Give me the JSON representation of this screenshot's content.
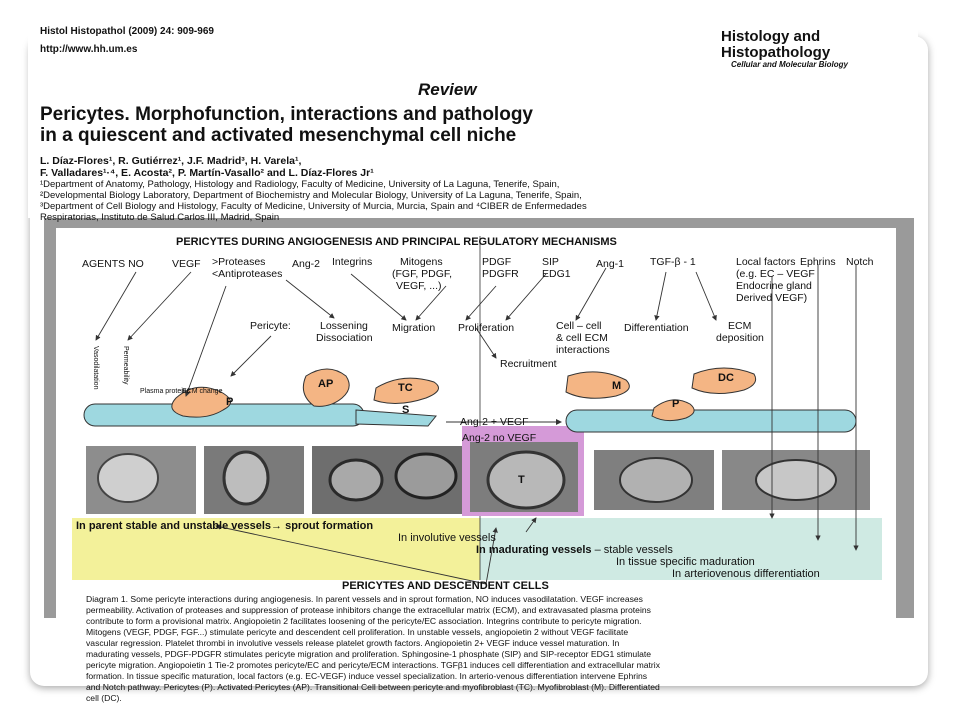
{
  "paper": {
    "citation": "Histol Histopathol (2009) 24: 909-969",
    "url": "http://www.hh.um.es",
    "journal_line1": "Histology and",
    "journal_line2": "Histopathology",
    "journal_sub": "Cellular and Molecular Biology",
    "section": "Review",
    "title_line1": "Pericytes. Morphofunction, interactions and pathology",
    "title_line2": "in a quiescent and activated mesenchymal cell niche",
    "authors_line1": "L. Díaz-Flores¹, R. Gutiérrez¹, J.F. Madrid³, H. Varela¹,",
    "authors_line2": "F. Valladares¹·⁴, E. Acosta², P. Martín-Vasallo² and L. Díaz-Flores Jr¹",
    "affiliations": [
      "¹Department of Anatomy, Pathology, Histology and Radiology, Faculty of Medicine, University of La Laguna, Tenerife, Spain,",
      "²Developmental Biology Laboratory, Department of Biochemistry and Molecular Biology, University of La Laguna, Tenerife, Spain,",
      "³Department of Cell Biology and Histology, Faculty of Medicine, University of Murcia, Murcia, Spain and ⁴CIBER de Enfermedades",
      "Respiratorias, Instituto de Salud Carlos III, Madrid, Spain"
    ]
  },
  "figure": {
    "heading": "PERICYTES DURING ANGIOGENESIS AND PRINCIPAL REGULATORY MECHANISMS",
    "agents_no": "AGENTS NO",
    "vegf": "VEGF",
    "proteases": ">Proteases",
    "antiproteases": "<Antiproteases",
    "ang2": "Ang-2",
    "integrins": "Integrins",
    "mitogens_1": "Mitogens",
    "mitogens_2": "(FGF, PDGF,",
    "mitogens_3": "VEGF, ...)",
    "pdgf": "PDGF",
    "pdgfr": "PDGFR",
    "sip": "SIP",
    "edg1": "EDG1",
    "ang1": "Ang-1",
    "tgf": "TGF-β - 1",
    "local_1": "Local factors",
    "local_2": "(e.g. EC – VEGF",
    "local_3": "Endocrine gland",
    "local_4": "Derived VEGF)",
    "ephrins": "Ephrins",
    "notch": "Notch",
    "pericyte": "Pericyte:",
    "loosening_1": "Lossening",
    "loosening_2": "Dissociation",
    "migration": "Migration",
    "proliferation": "Proliferation",
    "cellcell_1": "Cell – cell",
    "cellcell_2": "& cell ECM",
    "cellcell_3": "interactions",
    "differentiation": "Differentiation",
    "ecm_1": "ECM",
    "ecm_2": "deposition",
    "recruitment": "Recruitment",
    "vasodilatation": "Vasodilatation",
    "permeability": "Permeability",
    "plasma": "Plasma proteins",
    "ecm_change": "ECM change",
    "cell_p": "P",
    "cell_ap": "AP",
    "cell_tc": "TC",
    "cell_s": "S",
    "cell_m": "M",
    "cell_dc": "DC",
    "cell_p2": "P",
    "ang2_vegf": "Ang-2 + VEGF",
    "ang2_novegf": "Ang-2  no VEGF",
    "cell_t": "T",
    "out_1a": "In parent stable and ",
    "out_1b": "unstable vessels",
    "out_1c": "→ sprout formation",
    "out_2": "In involutive vessels",
    "out_3a": "In madurating vessels",
    "out_3b": " – stable vessels",
    "out_4": "In tissue specific maduration",
    "out_5": "In arteriovenous differentiation",
    "footer": "PERICYTES AND DESCENDENT CELLS",
    "caption": [
      "Diagram 1. Some pericyte interactions during angiogenesis. In parent vessels and in sprout formation, NO induces vasodilatation. VEGF increases",
      "permeability. Activation of proteases and suppression of protease inhibitors change the extracellular matrix (ECM), and extravasated plasma proteins",
      "contribute to form a provisional matrix. Angiopoietin 2 facilitates loosening of the pericyte/EC association. Integrins contribute to pericyte migration.",
      "Mitogens (VEGF, PDGF, FGF...) stimulate pericyte and descendent cell proliferation. In unstable vessels, angiopoietin 2 without VEGF facilitate",
      "vascular regression. Platelet thrombi in involutive vessels release platelet growth factors. Angiopoietin 2+ VEGF induce vessel maturation. In",
      "madurating vessels, PDGF-PDGFR stimulates pericyte migration and proliferation. Sphingosine-1 phosphate (SIP) and SIP-receptor EDG1 stimulate",
      "pericyte migration. Angiopoietin 1 Tie-2 promotes pericyte/EC and pericyte/ECM interactions. TGFβ1 induces cell differentiation and extracellular matrix",
      "formation. In tissue specific maturation, local factors (e.g. EC-VEGF) induce vessel specialization. In arterio-venous differentiation intervene Ephrins",
      "and Notch pathway. Pericytes (P). Activated Pericytes (AP). Transitional Cell between pericyte and myofibroblast (TC). Myofibroblast (M). Differentiated",
      "cell (DC)."
    ],
    "caption_lead": "Diagram 1."
  },
  "colors": {
    "vessel": "#9ed8e0",
    "cell": "#f4b584",
    "yellow_panel": "#f3f19a",
    "teal_panel": "#cfeae3",
    "pink_box": "#d59ad8",
    "frame_gray": "#9a9a9a"
  }
}
